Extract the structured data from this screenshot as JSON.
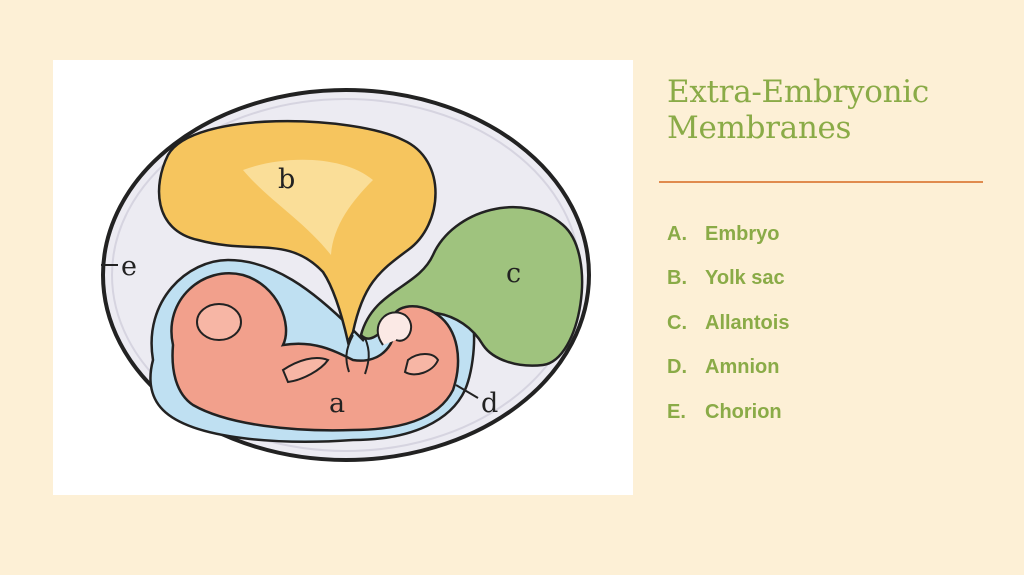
{
  "slide": {
    "title_line1": "Extra-Embryonic",
    "title_line2": "Membranes"
  },
  "items": [
    {
      "marker": "A.",
      "label": "Embryo"
    },
    {
      "marker": "B.",
      "label": "Yolk sac"
    },
    {
      "marker": "C.",
      "label": "Allantois"
    },
    {
      "marker": "D.",
      "label": "Amnion"
    },
    {
      "marker": "E.",
      "label": "Chorion"
    }
  ],
  "diagram": {
    "label_a": "a",
    "label_b": "b",
    "label_c": "c",
    "label_d": "d",
    "label_e": "e"
  },
  "colors": {
    "background": "#fdf0d6",
    "accent_text": "#8aab47",
    "rule": "#e08b4e",
    "yolk_sac": "#f6c55e",
    "allantois": "#9fc37e",
    "embryo": "#f2a08c",
    "amnion": "#bfe0f2",
    "chorion": "#ecebf2"
  }
}
